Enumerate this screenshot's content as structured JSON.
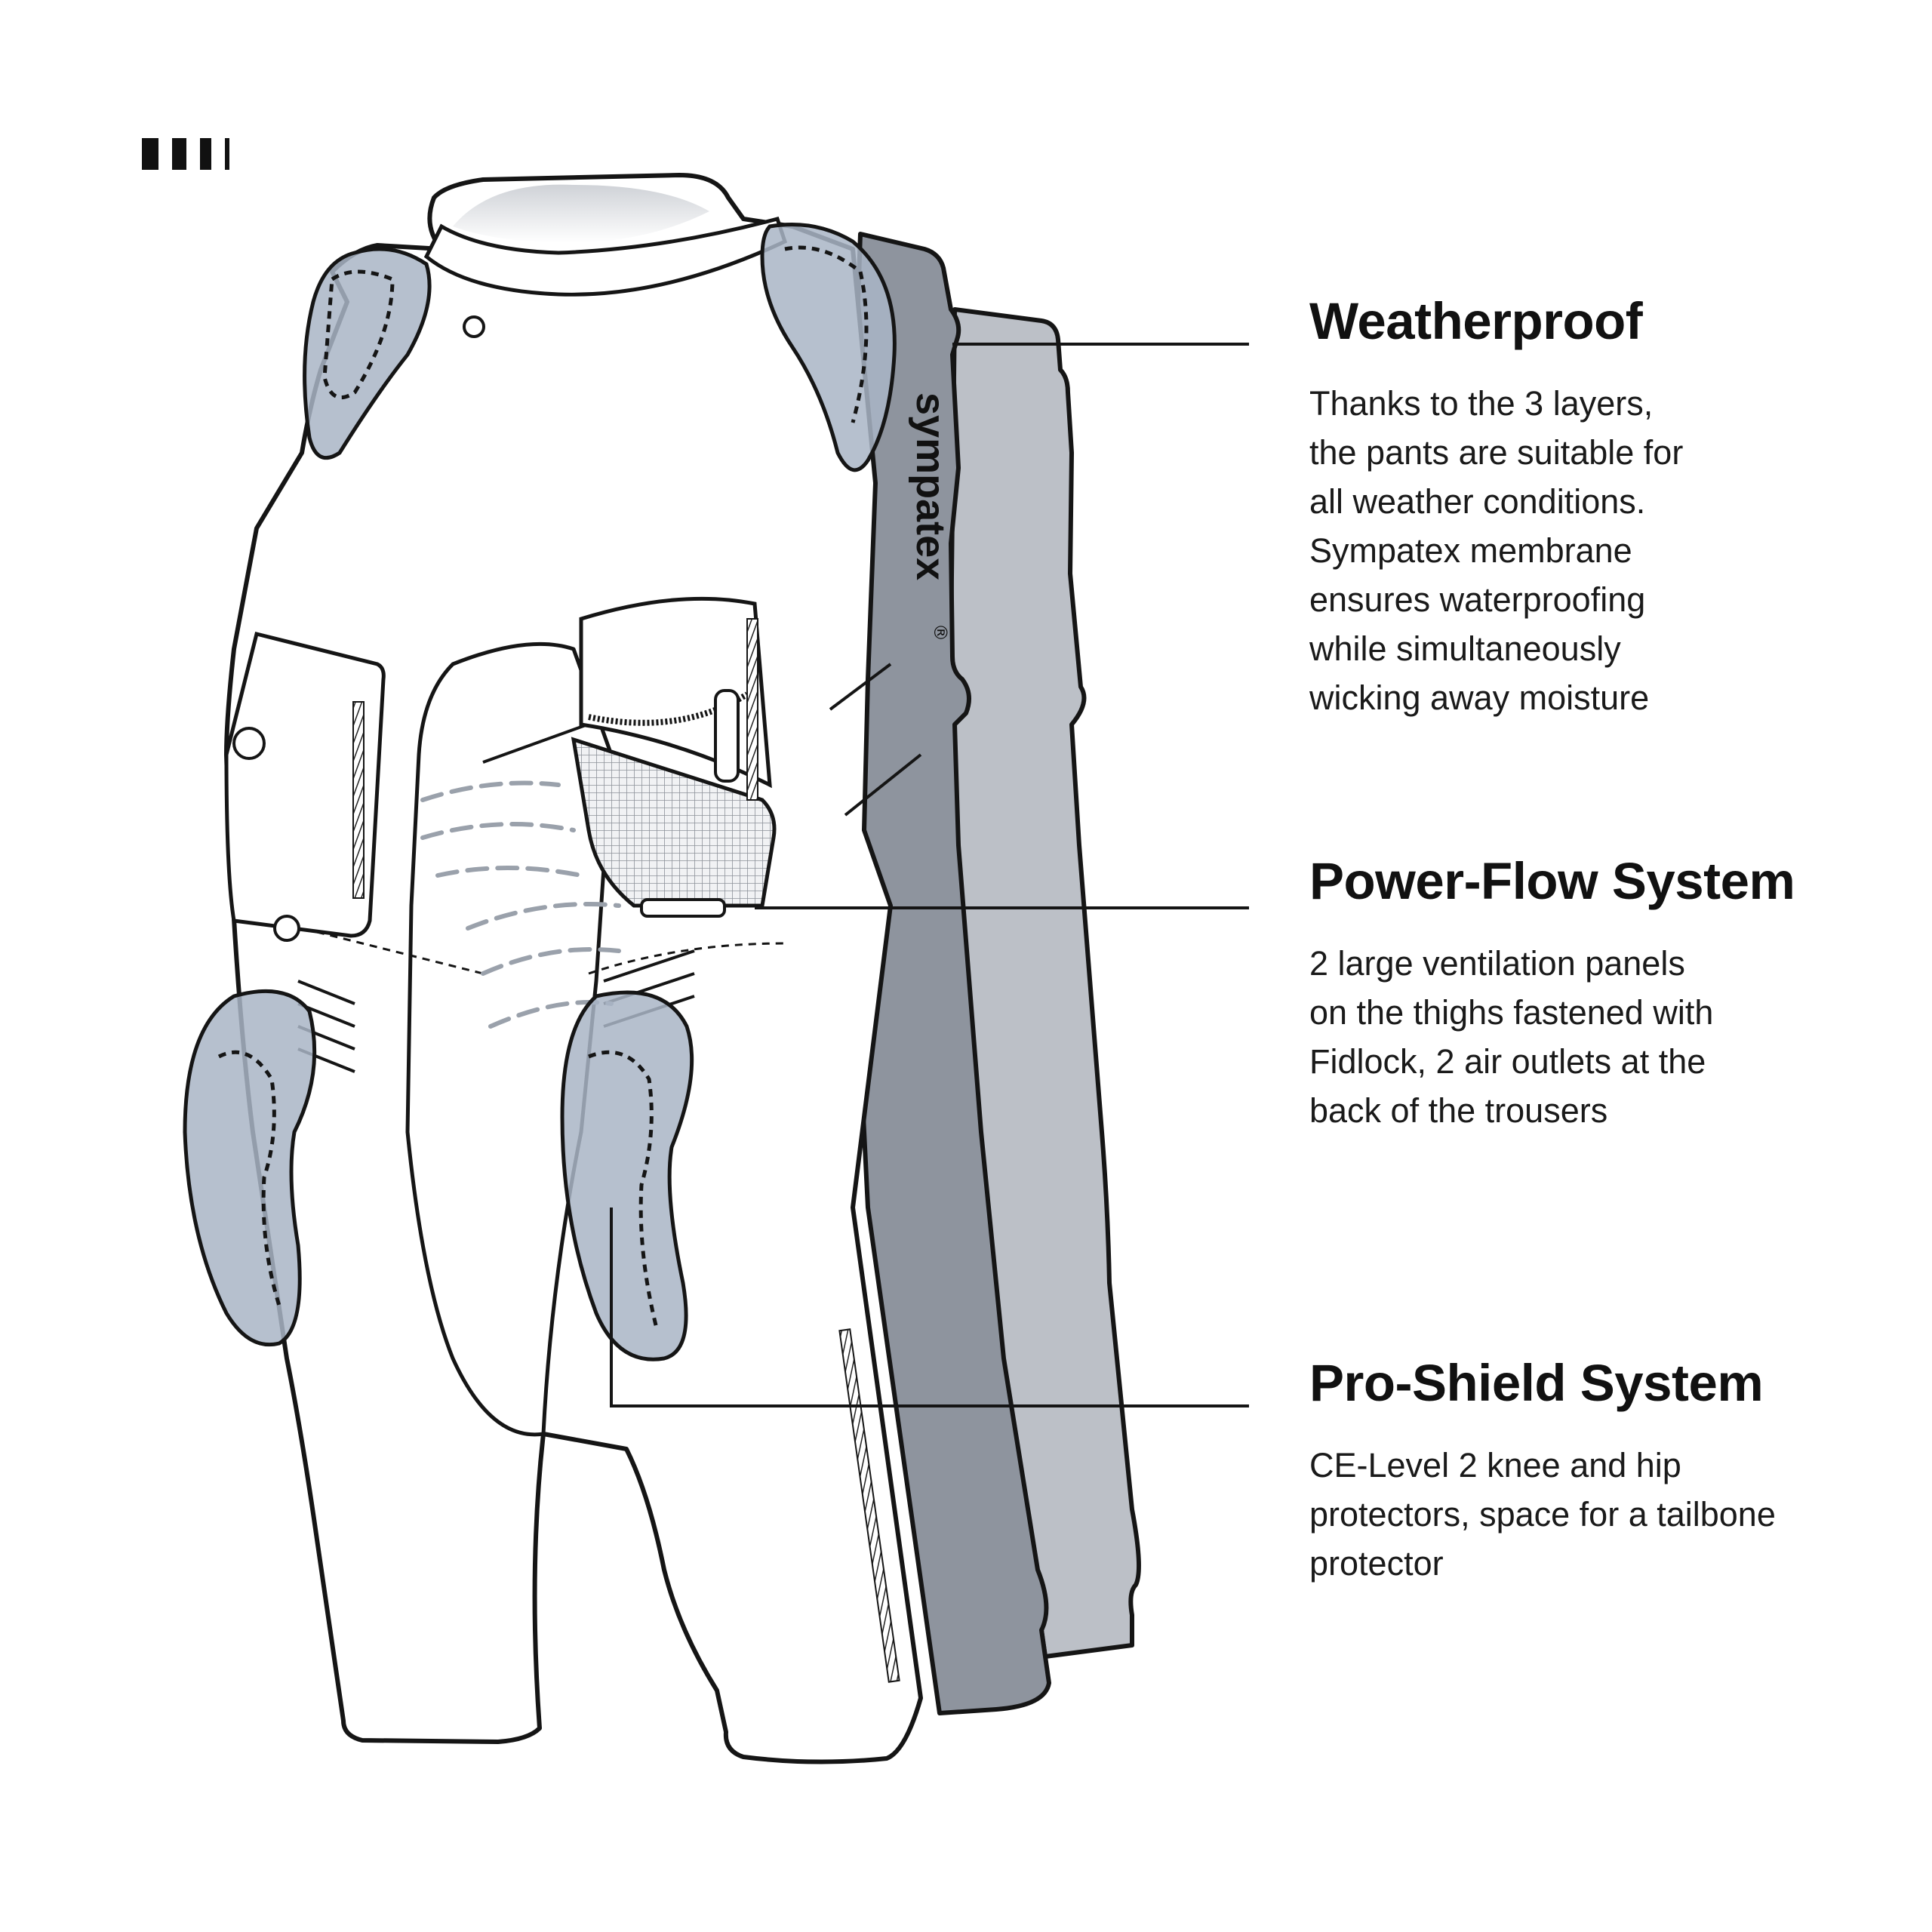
{
  "brand": {
    "logo_icon": "four-bar-logo-icon"
  },
  "illustration": {
    "subject": "motorcycle-trousers-icon",
    "membrane_label": "sympatex",
    "registered_mark": "®",
    "colors": {
      "outline": "#151515",
      "protector": "#a9b5c5",
      "middle_layer": "#8e949e",
      "outer_layer": "#bcc0c7"
    }
  },
  "features": [
    {
      "title": "Weatherproof",
      "text": "Thanks to the 3 layers,\nthe pants are suitable for\nall weather conditions.\nSympatex membrane\nensures waterproofing\nwhile simultaneously\nwicking away moisture"
    },
    {
      "title": "Power-Flow System",
      "text": "2 large ventilation panels\non the thighs fastened with\nFidlock, 2 air outlets at the\nback of the trousers"
    },
    {
      "title": "Pro-Shield System",
      "text": "CE-Level 2 knee and hip\nprotectors, space for a tailbone\nprotector"
    }
  ]
}
